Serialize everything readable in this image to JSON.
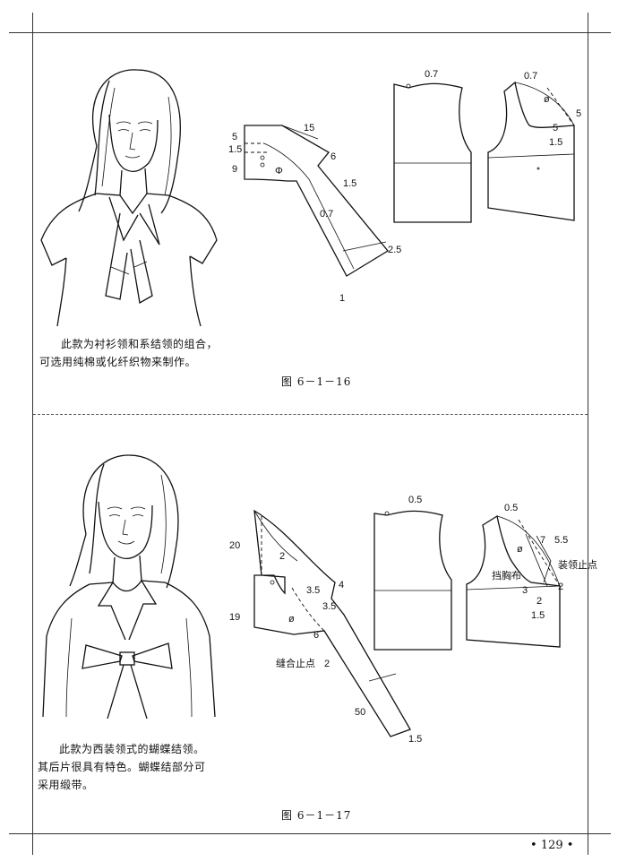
{
  "top": {
    "caption_line1": "此款为衬衫领和系结领的组合，",
    "caption_line2": "可选用纯棉或化纤织物来制作。",
    "figure_label": "图 6－1－16",
    "collar_labels": {
      "a": "15",
      "b": "5",
      "c": "1.5",
      "d": "9",
      "e": "6",
      "f": "1.5",
      "g": "0.7",
      "h": "2.5",
      "i": "1",
      "phi": "Φ"
    },
    "back_label": "0.7",
    "front_labels": {
      "a": "0.7",
      "b": "5",
      "c": "5",
      "d": "1.5",
      "phi": "ø"
    }
  },
  "bottom": {
    "caption_line1": "此款为西装领式的蝴蝶结领。",
    "caption_line2": "其后片很具有特色。蝴蝶结部分可",
    "caption_line3": "采用缎带。",
    "figure_label": "图 6－1－17",
    "collar_labels": {
      "a": "20",
      "b": "2",
      "c": "19",
      "d": "3.5",
      "e": "4",
      "f": "3.5",
      "g": "6",
      "h": "2",
      "i": "50",
      "j": "1.5",
      "stitch": "缝合止点",
      "phi": "ø"
    },
    "back_label": "0.5",
    "front_labels": {
      "a": "0.5",
      "b": "7",
      "c": "5.5",
      "d": "装领止点",
      "e": "挡胸布",
      "f": "3",
      "g": "2",
      "h": "2",
      "i": "1.5",
      "phi": "ø"
    }
  },
  "page_number": "• 129 •"
}
